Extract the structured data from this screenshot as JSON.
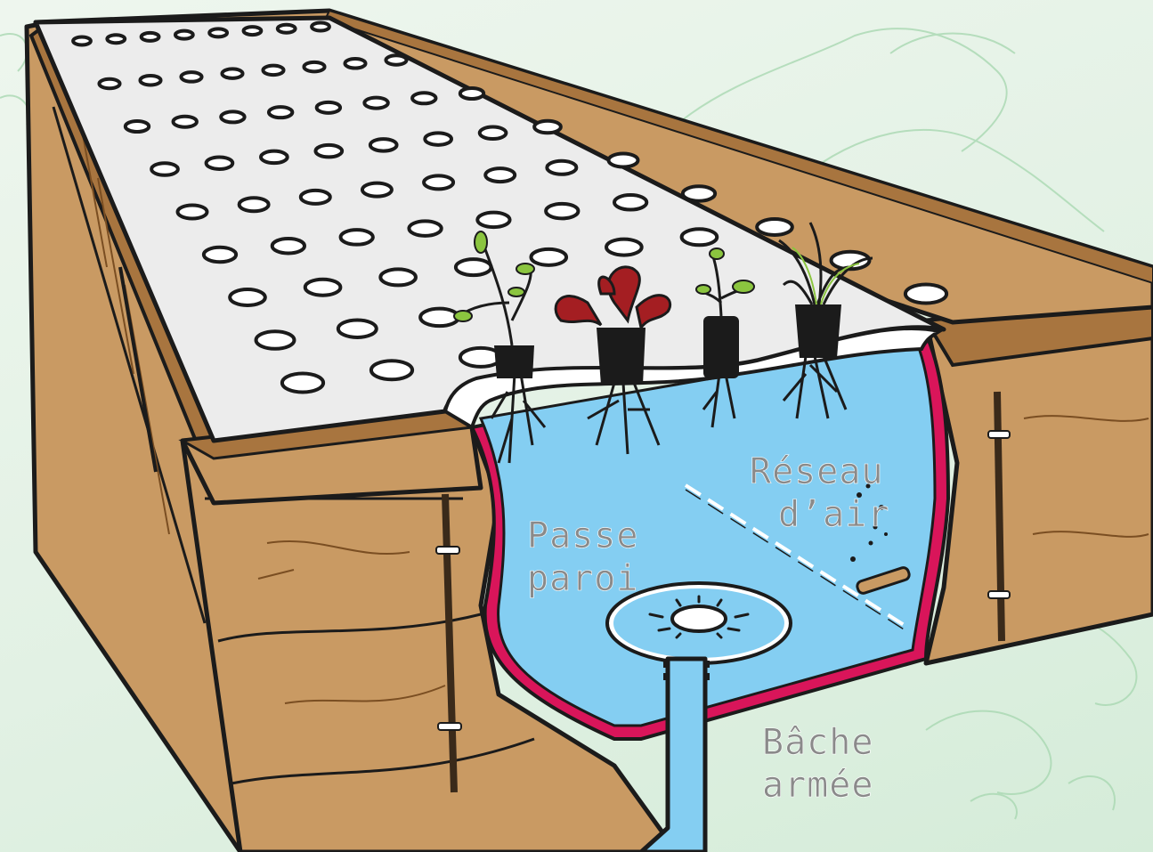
{
  "labels": {
    "passe_paroi": {
      "line1": "Passe",
      "line2": "paroi"
    },
    "reseau_air": {
      "line1": "Réseau",
      "line2": "d’air"
    },
    "bache_armee": {
      "line1": "Bâche",
      "line2": "armée"
    }
  },
  "colors": {
    "wood": "#c99a63",
    "wood_dark": "#a8753f",
    "raft": "#ececec",
    "water": "#84cef2",
    "liner": "#d9155a",
    "plant_green": "#8bc53f",
    "plant_red": "#a41e22",
    "background": "#e2f1e4"
  }
}
